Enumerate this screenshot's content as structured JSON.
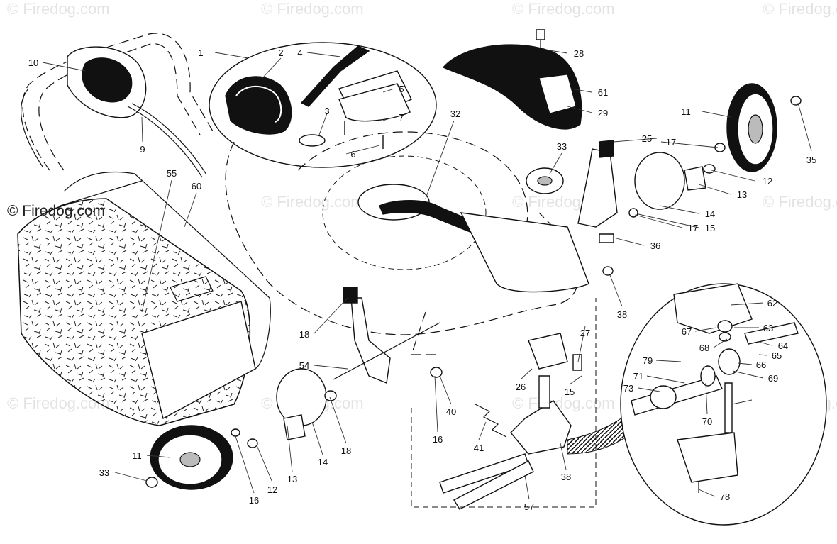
{
  "watermark_text": "© Firedog.com",
  "callouts": [
    "1",
    "2",
    "3",
    "4",
    "5",
    "6",
    "7",
    "9",
    "10",
    "11",
    "11",
    "12",
    "12",
    "13",
    "13",
    "14",
    "14",
    "15",
    "15",
    "16",
    "16",
    "17",
    "17",
    "18",
    "18",
    "25",
    "26",
    "27",
    "28",
    "29",
    "32",
    "33",
    "33",
    "35",
    "36",
    "38",
    "38",
    "40",
    "41",
    "54",
    "55",
    "57",
    "60",
    "61",
    "62",
    "63",
    "64",
    "65",
    "66",
    "67",
    "68",
    "69",
    "70",
    "71",
    "73",
    "78",
    "79"
  ]
}
